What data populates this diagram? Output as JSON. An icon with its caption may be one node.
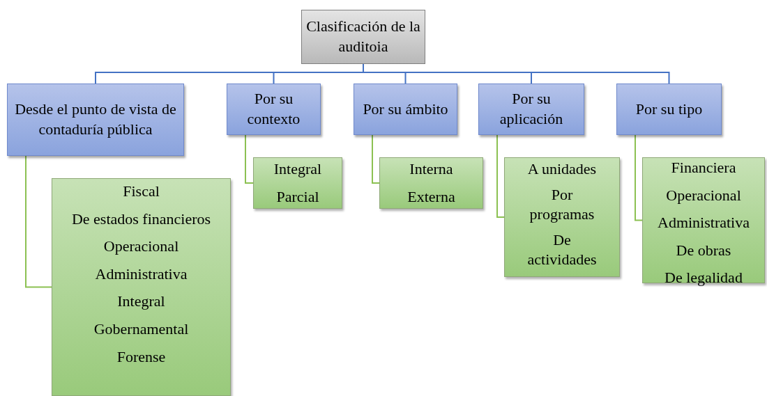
{
  "diagram": {
    "nodes": [
      {
        "text": [
          "Clasificación de la auditoia"
        ]
      },
      {
        "text": [
          "Desde el punto de vista de contaduría pública"
        ]
      },
      {
        "text": [
          "Por su contexto"
        ]
      },
      {
        "text": [
          "Por su ámbito"
        ]
      },
      {
        "text": [
          "Por su aplicación"
        ]
      },
      {
        "text": [
          "Por su tipo"
        ]
      },
      {
        "text": [
          "Fiscal",
          "De estados financieros",
          "Operacional",
          "Administrativa",
          "Integral",
          "Gobernamental",
          "Forense"
        ]
      },
      {
        "text": [
          "Integral",
          "Parcial"
        ]
      },
      {
        "text": [
          "Interna",
          "Externa"
        ]
      },
      {
        "text": [
          "A unidades",
          "Por programas",
          "De actividades"
        ]
      },
      {
        "text": [
          "Financiera",
          "Operacional",
          "Administrativa",
          "De obras",
          "De legalidad"
        ]
      }
    ],
    "edges": [
      {
        "from": 0,
        "to": 1,
        "arrow": "none"
      },
      {
        "from": 0,
        "to": 2,
        "arrow": "none"
      },
      {
        "from": 0,
        "to": 3,
        "arrow": "none"
      },
      {
        "from": 0,
        "to": 4,
        "arrow": "none"
      },
      {
        "from": 0,
        "to": 5,
        "arrow": "none"
      },
      {
        "from": 1,
        "to": 6,
        "arrow": "none",
        "color": "#8cc152"
      },
      {
        "from": 2,
        "to": 7,
        "arrow": "none",
        "color": "#8cc152"
      },
      {
        "from": 3,
        "to": 8,
        "arrow": "none",
        "color": "#8cc152"
      },
      {
        "from": 4,
        "to": 9,
        "arrow": "none",
        "color": "#8cc152"
      },
      {
        "from": 5,
        "to": 10,
        "arrow": "none",
        "color": "#8cc152"
      }
    ]
  }
}
